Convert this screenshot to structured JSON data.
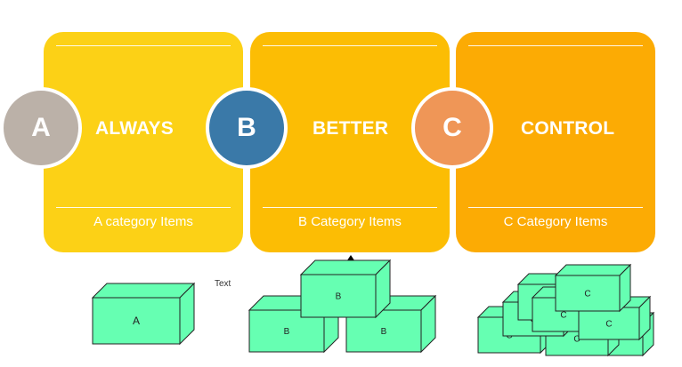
{
  "cards": [
    {
      "letter": "A",
      "word": "ALWAYS",
      "subtitle": "A category Items",
      "circle_color": "#bbb1a8",
      "card_color": "#fcd116"
    },
    {
      "letter": "B",
      "word": "BETTER",
      "subtitle": "B Category Items",
      "circle_color": "#3a79a8",
      "card_color": "#fcbd04"
    },
    {
      "letter": "C",
      "word": "CONTROL",
      "subtitle": "C Category Items",
      "circle_color": "#ef9657",
      "card_color": "#fcab04"
    }
  ],
  "free_text": "Text",
  "box_color": "#66ffb2",
  "box_labels": {
    "a": [
      "A"
    ],
    "b": [
      "B",
      "B",
      "B"
    ],
    "c": [
      "C",
      "C",
      "C",
      "C",
      "C",
      "C",
      "C",
      "C"
    ]
  }
}
